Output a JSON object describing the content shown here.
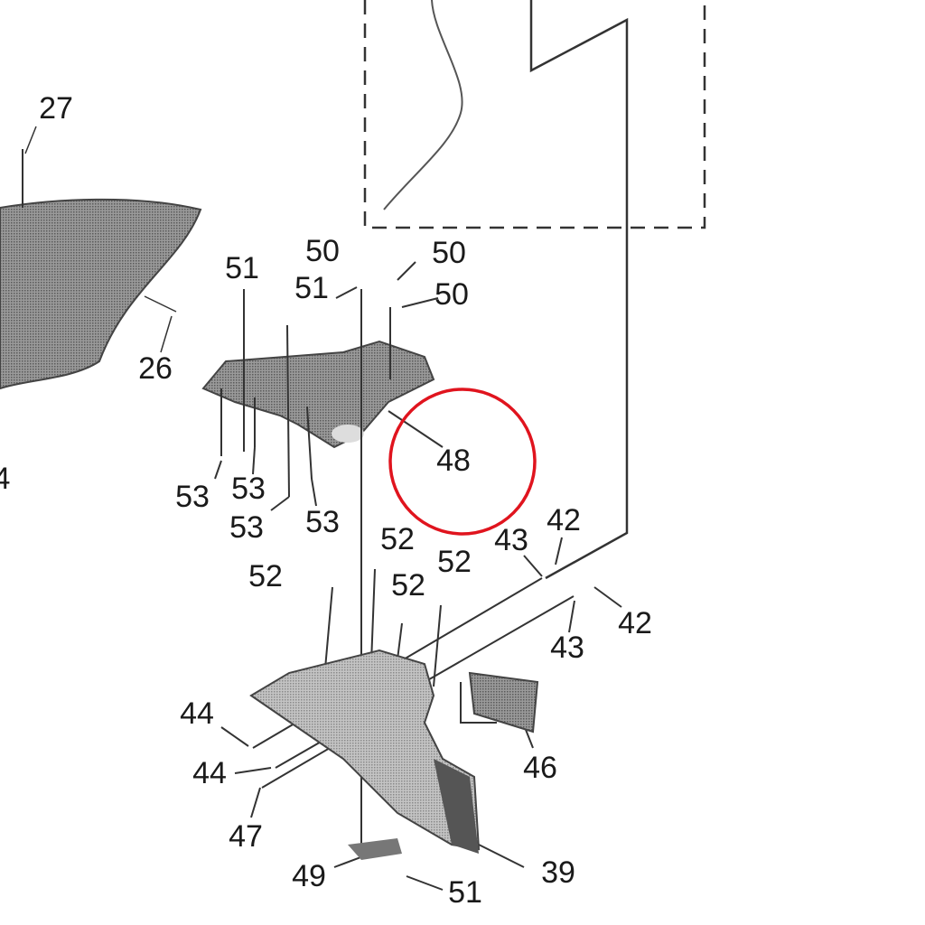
{
  "diagram": {
    "labels": [
      {
        "id": "27",
        "text": "27"
      },
      {
        "id": "26",
        "text": "26"
      },
      {
        "id": "4",
        "text": "4"
      },
      {
        "id": "51a",
        "text": "51"
      },
      {
        "id": "51b",
        "text": "51"
      },
      {
        "id": "50a",
        "text": "50"
      },
      {
        "id": "50b",
        "text": "50"
      },
      {
        "id": "50c",
        "text": "50"
      },
      {
        "id": "48",
        "text": "48"
      },
      {
        "id": "53a",
        "text": "53"
      },
      {
        "id": "53b",
        "text": "53"
      },
      {
        "id": "53c",
        "text": "53"
      },
      {
        "id": "53d",
        "text": "53"
      },
      {
        "id": "52a",
        "text": "52"
      },
      {
        "id": "52b",
        "text": "52"
      },
      {
        "id": "52c",
        "text": "52"
      },
      {
        "id": "52d",
        "text": "52"
      },
      {
        "id": "43a",
        "text": "43"
      },
      {
        "id": "42a",
        "text": "42"
      },
      {
        "id": "42b",
        "text": "42"
      },
      {
        "id": "43b",
        "text": "43"
      },
      {
        "id": "44a",
        "text": "44"
      },
      {
        "id": "44b",
        "text": "44"
      },
      {
        "id": "47",
        "text": "47"
      },
      {
        "id": "46",
        "text": "46"
      },
      {
        "id": "49",
        "text": "49"
      },
      {
        "id": "39",
        "text": "39"
      },
      {
        "id": "51c",
        "text": "51"
      }
    ],
    "highlight_color": "#e0141e",
    "highlighted_part": "48"
  }
}
